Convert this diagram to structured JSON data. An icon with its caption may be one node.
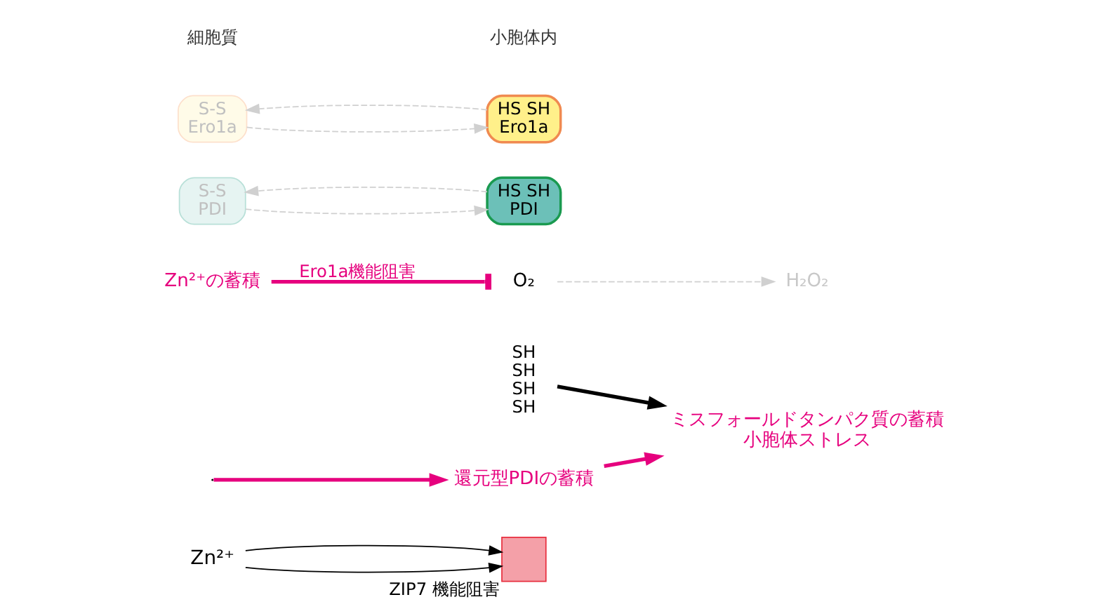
{
  "diagram": {
    "nodes": [
      {
        "text": [],
        "shape": "box",
        "beside": [
          "ZIP7 機能阻害"
        ]
      },
      {
        "text": [
          "Zn²⁺"
        ]
      },
      {
        "text": [
          "SH",
          "SH",
          "SH",
          "SH"
        ]
      },
      {
        "text": [
          "ミスフォールドタンパク質の蓄積",
          "小胞体ストレス"
        ]
      },
      {
        "text": [
          "還元型PDIの蓄積"
        ]
      },
      {
        "text": [
          "Zn²⁺の蓄積"
        ]
      },
      {
        "text": [
          "S-S",
          "PDI"
        ]
      },
      {
        "text": [
          "HS SH",
          "PDI"
        ]
      },
      {
        "text": [
          "S-S",
          "Ero1a"
        ]
      },
      {
        "text": [
          "HS SH",
          "Ero1a"
        ]
      },
      {
        "text": [
          "O₂"
        ]
      },
      {
        "text": [
          "H₂O₂"
        ]
      }
    ],
    "edges": [
      {
        "from": 1,
        "to": 0,
        "arrow": "to",
        "color": "#000000"
      },
      {
        "from": 1,
        "to": 0,
        "arrow": "to",
        "color": "#000000"
      },
      {
        "from": 2,
        "to": 3,
        "arrow": "to",
        "style": "thick",
        "color": "#000000"
      },
      {
        "from": 4,
        "to": 3,
        "arrow": "to",
        "color": "#e6007e",
        "style": "thick"
      },
      {
        "from": 6,
        "to": 7,
        "arrow": "to",
        "style": "dashed",
        "color": "#d0d0d0"
      },
      {
        "from": 7,
        "to": 6,
        "arrow": "to",
        "style": "dashed",
        "color": "#d0d0d0"
      },
      {
        "from": 8,
        "to": 9,
        "arrow": "to",
        "style": "dashed",
        "color": "#d0d0d0"
      },
      {
        "from": 9,
        "to": 8,
        "arrow": "to",
        "style": "dashed",
        "color": "#d0d0d0"
      },
      {
        "from": 10,
        "to": 11,
        "arrow": "to",
        "style": "dashed",
        "color": "#d0d0d0"
      },
      {
        "from": 5,
        "to": 10,
        "arrow": "other",
        "label": "Ero1a機能阻害",
        "color": "#e6007e",
        "style": "thick"
      },
      {
        "from": null,
        "to": 4,
        "arrow": "to",
        "color": "#e6007e",
        "style": "thick"
      }
    ],
    "labels": [
      "細胞質",
      "小胞体内"
    ]
  }
}
